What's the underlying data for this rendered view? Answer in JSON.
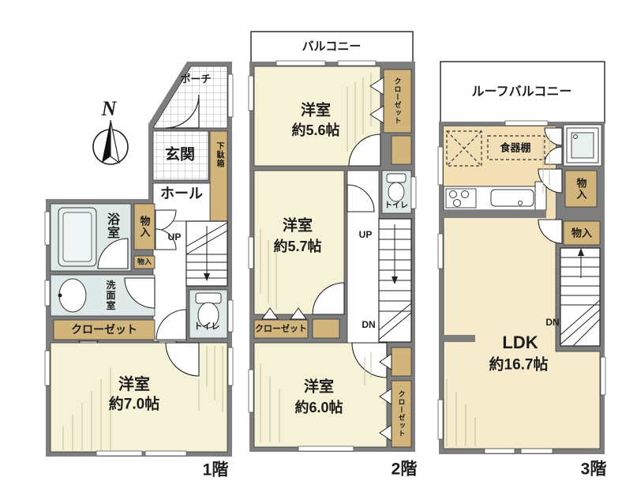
{
  "compass": {
    "north": "N"
  },
  "colors": {
    "wall": "#7e7e7e",
    "room_cream": "#f5f2d8",
    "ldk_beige": "#f7ebcd",
    "kitchen_beige": "#f2dfb6",
    "closet_tan": "#d2b57c",
    "wet_aqua": "#dfe9e8",
    "line": "#1c1c1c"
  },
  "f1": {
    "floor_label": "1階",
    "porch": "ポーチ",
    "entrance": "玄関",
    "shoe_box": "下駄箱",
    "hall": "ホール",
    "storage1": "物入",
    "storage2": "物入",
    "up": "UP",
    "bathroom": "浴室",
    "washroom": "洗面室",
    "closet": "クローゼット",
    "toilet": "トイレ",
    "western_room": "洋室",
    "western_room_size": "約7.0帖"
  },
  "f2": {
    "floor_label": "2階",
    "balcony": "バルコニー",
    "room1": "洋室",
    "room1_size": "約5.6帖",
    "closet1": "クローゼット",
    "room2": "洋室",
    "room2_size": "約5.7帖",
    "toilet": "トイレ",
    "up": "UP",
    "dn": "DN",
    "closet2": "クローゼット",
    "room3": "洋室",
    "room3_size": "約6.0帖",
    "closet3": "クローゼット"
  },
  "f3": {
    "floor_label": "3階",
    "roof_balcony": "ルーフバルコニー",
    "cupboard": "食器棚",
    "storage1": "物入",
    "storage2": "物入",
    "dn": "DN",
    "ldk": "LDK",
    "ldk_size": "約16.7帖"
  }
}
